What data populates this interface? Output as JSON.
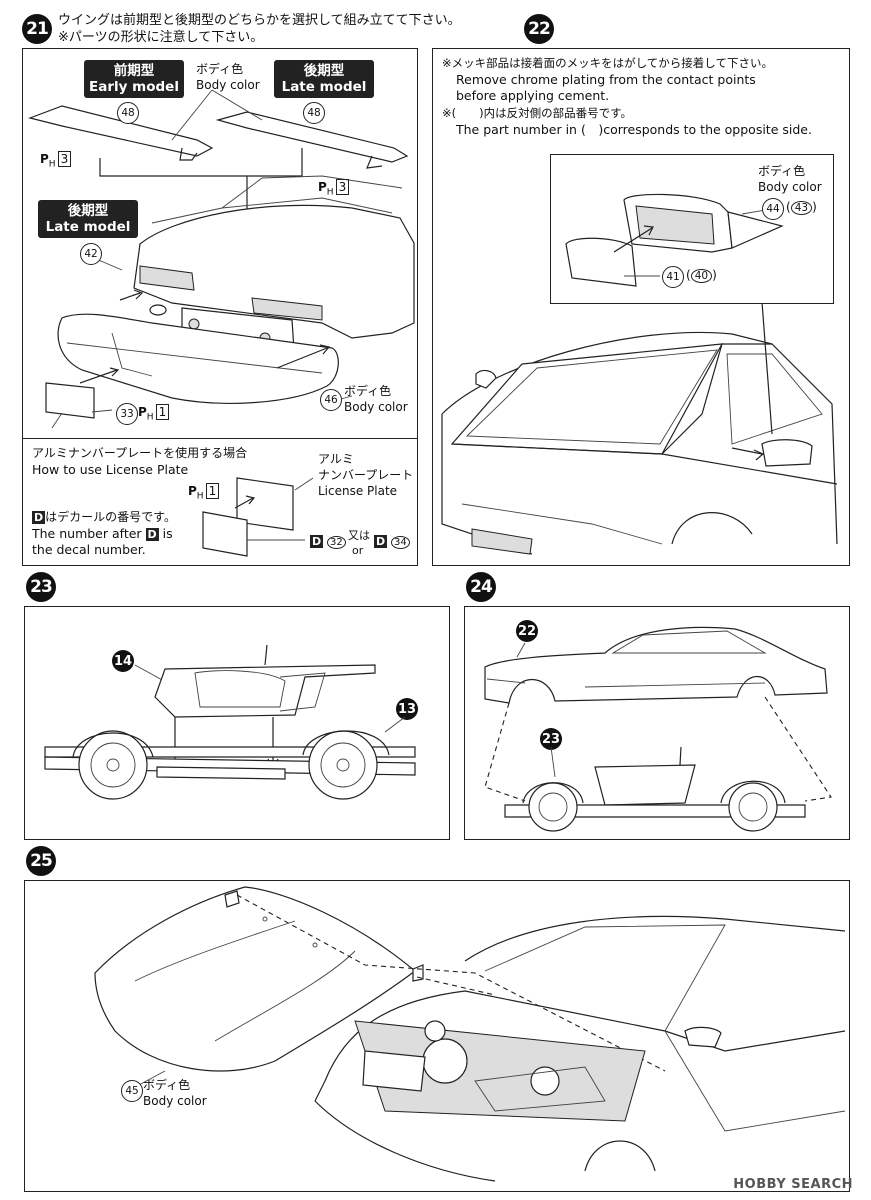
{
  "steps": {
    "s21": {
      "number": "21",
      "instruction_line1": "ウイングは前期型と後期型のどちらかを選択して組み立てて下さい。",
      "instruction_line2": "※パーツの形状に注意して下さい。",
      "early_badge_jp": "前期型",
      "early_badge_en": "Early model",
      "late_badge_jp": "後期型",
      "late_badge_en": "Late model",
      "late_badge2_jp": "後期型",
      "late_badge2_en": "Late model",
      "body_color_jp": "ボディ色",
      "body_color_en": "Body color",
      "part48a": "48",
      "part48b": "48",
      "part42": "42",
      "part33": "33",
      "part46": "46",
      "body_color2_jp": "ボディ色",
      "body_color2_en": "Body color",
      "ph_label": "P",
      "ph_sub": "H",
      "ph3a": "3",
      "ph3b": "3",
      "ph1a": "1",
      "ph1b": "1",
      "license_note_jp": "アルミナンバープレートを使用する場合",
      "license_note_en": "How to use License Plate",
      "alumi_jp1": "アルミ",
      "alumi_jp2": "ナンバープレート",
      "alumi_en": "License Plate",
      "decal_note_jp": "はデカールの番号です。",
      "decal_note_en1": "The number after",
      "decal_note_en2": "is",
      "decal_note_en3": "the decal number.",
      "d_letter": "D",
      "decal32": "32",
      "decal34": "34",
      "or_jp": "又は",
      "or_en": "or"
    },
    "s22": {
      "number": "22",
      "note1_jp": "※メッキ部品は接着面のメッキをはがしてから接着して下さい。",
      "note1_en1": "Remove chrome plating from the contact points",
      "note1_en2": "before applying cement.",
      "note2_jp": "※(　　)内は反対側の部品番号です。",
      "note2_en": "The part number in (　)corresponds to the opposite side.",
      "body_color_jp": "ボディ色",
      "body_color_en": "Body color",
      "part44": "44",
      "part43": "43",
      "part41": "41",
      "part40": "40"
    },
    "s23": {
      "number": "23",
      "part14": "14",
      "part13": "13"
    },
    "s24": {
      "number": "24",
      "part22": "22",
      "part23": "23"
    },
    "s25": {
      "number": "25",
      "part45": "45",
      "body_color_jp": "ボディ色",
      "body_color_en": "Body color"
    }
  },
  "watermark": "HOBBY SEARCH"
}
